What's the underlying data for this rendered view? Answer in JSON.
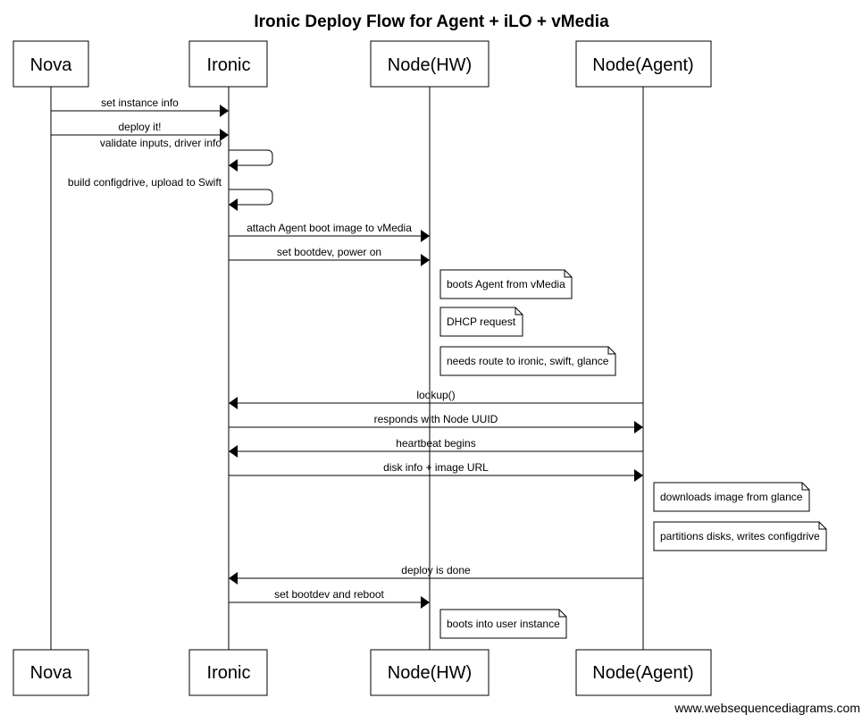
{
  "title": "Ironic Deploy Flow for Agent + iLO + vMedia",
  "participants": [
    "Nova",
    "Ironic",
    "Node(HW)",
    "Node(Agent)"
  ],
  "steps": [
    {
      "type": "message",
      "from": 0,
      "to": 1,
      "label": "set instance info"
    },
    {
      "type": "message",
      "from": 0,
      "to": 1,
      "label": "deploy it!"
    },
    {
      "type": "self",
      "on": 1,
      "label": "validate inputs, driver info"
    },
    {
      "type": "self",
      "on": 1,
      "label": "build configdrive, upload to Swift"
    },
    {
      "type": "message",
      "from": 1,
      "to": 2,
      "label": "attach Agent boot image to vMedia"
    },
    {
      "type": "message",
      "from": 1,
      "to": 2,
      "label": "set bootdev, power on"
    },
    {
      "type": "note",
      "on": 2,
      "label": "boots Agent from vMedia"
    },
    {
      "type": "note",
      "on": 2,
      "label": "DHCP request"
    },
    {
      "type": "note",
      "on": 2,
      "label": "needs route to ironic, swift, glance"
    },
    {
      "type": "message",
      "from": 3,
      "to": 1,
      "label": "lookup()"
    },
    {
      "type": "message",
      "from": 1,
      "to": 3,
      "label": "responds with Node UUID"
    },
    {
      "type": "message",
      "from": 3,
      "to": 1,
      "label": "heartbeat begins"
    },
    {
      "type": "message",
      "from": 1,
      "to": 3,
      "label": "disk info + image URL"
    },
    {
      "type": "note",
      "on": 3,
      "label": "downloads image from glance"
    },
    {
      "type": "note",
      "on": 3,
      "label": "partitions disks, writes configdrive"
    },
    {
      "type": "message",
      "from": 3,
      "to": 1,
      "label": "deploy is done"
    },
    {
      "type": "message",
      "from": 1,
      "to": 2,
      "label": "set bootdev and reboot"
    },
    {
      "type": "note",
      "on": 2,
      "label": "boots into user instance"
    }
  ],
  "credit": "www.websequencediagrams.com"
}
